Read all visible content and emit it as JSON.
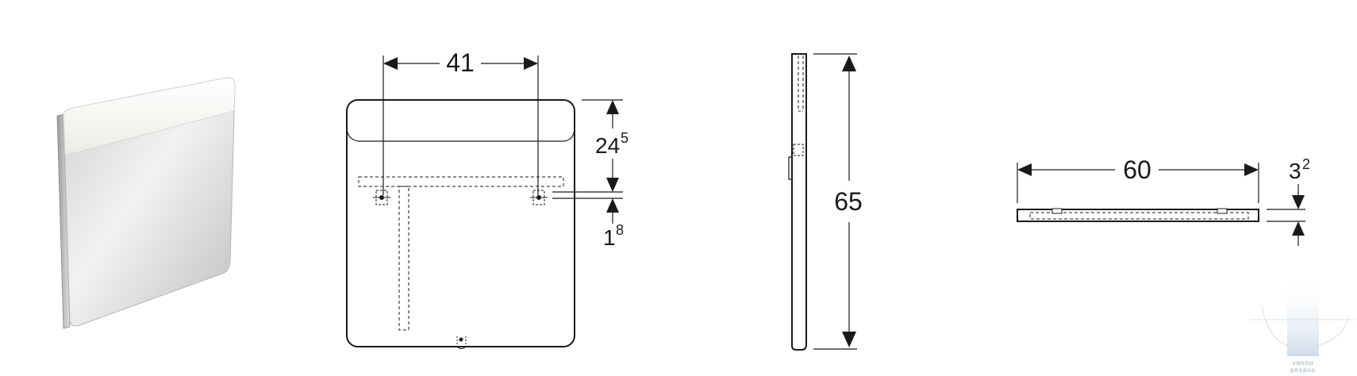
{
  "drawing": {
    "colors": {
      "line": "#1a1a1a",
      "mirror_light": "#f4f4f0",
      "mirror_glass": "#d7d7d7",
      "watermark": "#c9d8e6"
    },
    "front_view": {
      "width_between_mounts": "41",
      "top_to_mount": {
        "main": "24",
        "sup": "5"
      },
      "mount_slot": {
        "main": "1",
        "sup": "8"
      }
    },
    "side_view": {
      "height": "65"
    },
    "top_view": {
      "width": "60",
      "depth": {
        "main": "3",
        "sup": "2"
      }
    },
    "watermark": {
      "line1": "vannu",
      "line2": "pesaus"
    }
  }
}
